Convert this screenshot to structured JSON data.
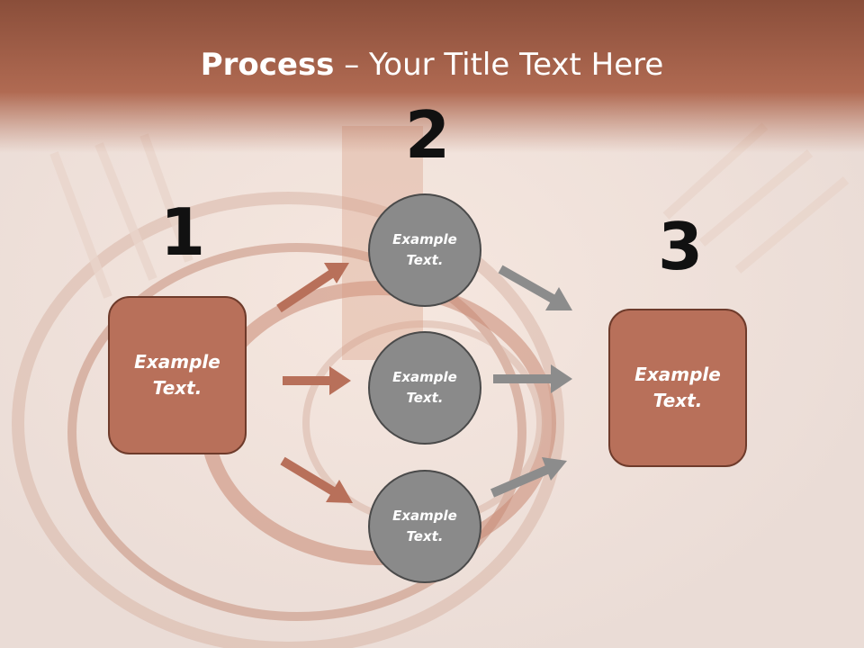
{
  "slide": {
    "title_bold": "Process",
    "title_rest": " – Your Title Text Here"
  },
  "steps": {
    "n1": "1",
    "n2": "2",
    "n3": "3"
  },
  "left_box": {
    "text": "Example Text."
  },
  "circles": [
    {
      "text": "Example Text."
    },
    {
      "text": "Example Text."
    },
    {
      "text": "Example Text."
    }
  ],
  "right_box": {
    "text": "Example Text."
  },
  "colors": {
    "banner": "#a8614a",
    "box_fill": "#b8705a",
    "circle_fill": "#8a8a8a",
    "arrow_left": "#b8705a",
    "arrow_right": "#8c8c8c"
  }
}
